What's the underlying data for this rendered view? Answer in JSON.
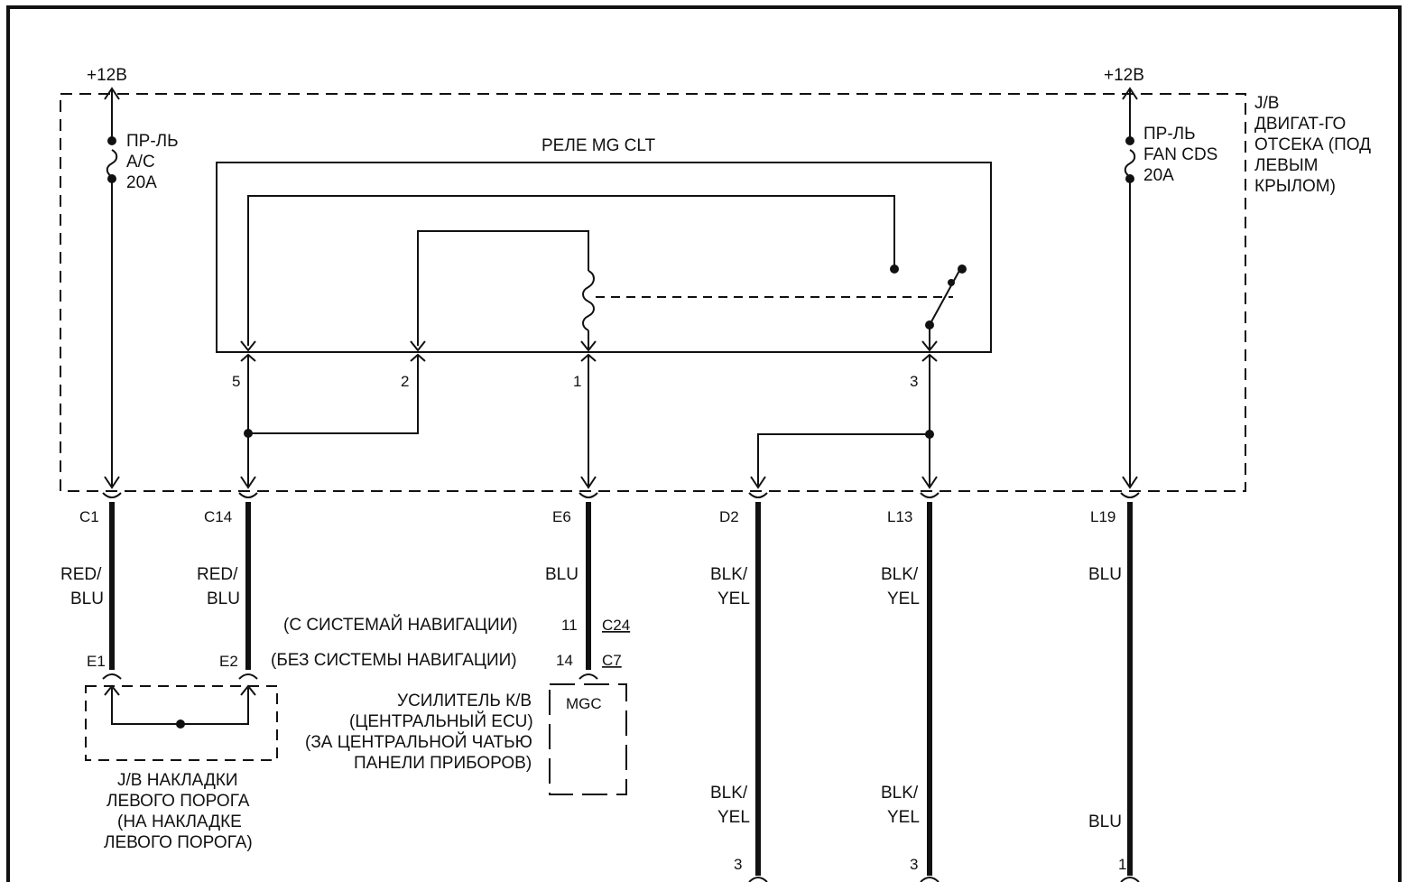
{
  "supply": {
    "left": "+12В",
    "right": "+12В"
  },
  "fuses": {
    "left": {
      "lines": [
        "ПР-ЛЬ",
        "A/C",
        "20A"
      ]
    },
    "right": {
      "lines": [
        "ПР-ЛЬ",
        "FAN CDS",
        "20A"
      ]
    }
  },
  "jb_engine": {
    "lines": [
      "J/B",
      "ДВИГАТ-ГО",
      "ОТСЕКА (ПОД",
      "ЛЕВЫМ",
      "КРЫЛОМ)"
    ]
  },
  "relay": {
    "title": "РЕЛЕ MG CLT",
    "pins": [
      "5",
      "2",
      "1",
      "3"
    ]
  },
  "connectors": {
    "c1": "C1",
    "c14": "C14",
    "e6": "E6",
    "d2": "D2",
    "l13": "L13",
    "l19": "L19",
    "e1": "E1",
    "e2": "E2"
  },
  "wires": {
    "c1": [
      "RED/",
      "BLU"
    ],
    "c14": [
      "RED/",
      "BLU"
    ],
    "e6": "BLU",
    "d2": [
      "BLK/",
      "YEL"
    ],
    "l13": [
      "BLK/",
      "YEL"
    ],
    "l19": "BLU",
    "d2_bottom": [
      "BLK/",
      "YEL"
    ],
    "l13_bottom": [
      "BLK/",
      "YEL"
    ],
    "l19_bottom": "BLU"
  },
  "nav": {
    "with": {
      "label": "(С СИСТЕМАЙ НАВИГАЦИИ)",
      "pin": "11",
      "connector": "C24"
    },
    "without": {
      "label": "(БЕЗ СИСТЕМЫ НАВИГАЦИИ)",
      "pin": "14",
      "connector": "C7"
    }
  },
  "amplifier": {
    "lines": [
      "УСИЛИТЕЛЬ К/В",
      "(ЦЕНТРАЛЬНЫЙ ECU)",
      "(ЗА ЦЕНТРАЛЬНОЙ ЧАТЬЮ",
      "ПАНЕЛИ ПРИБОРОВ)"
    ],
    "box_label": "MGC"
  },
  "jb_sill": {
    "lines": [
      "J/B НАКЛАДКИ",
      "ЛЕВОГО ПОРОГА",
      "(НА НАКЛАДКЕ",
      "ЛЕВОГО ПОРОГА)"
    ]
  },
  "bottom_pins": {
    "d2": "3",
    "l13": "3",
    "l19": "1"
  }
}
